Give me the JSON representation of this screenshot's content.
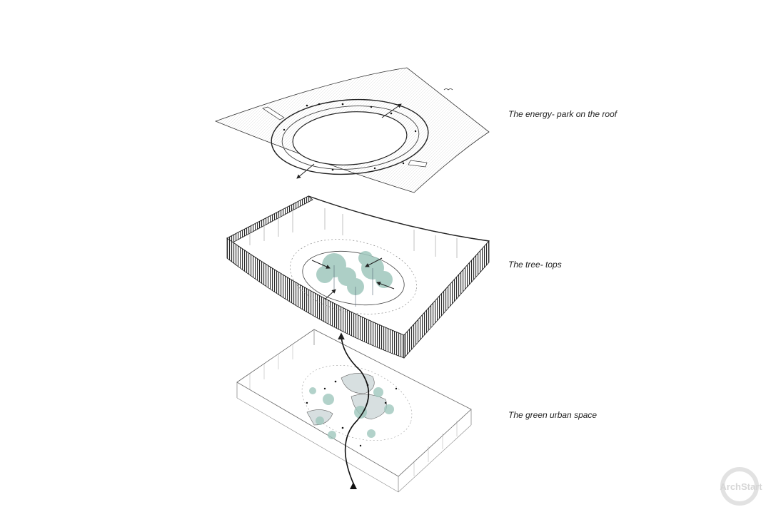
{
  "diagram": {
    "layers": [
      {
        "id": "roof",
        "label": "The energy- park on the roof"
      },
      {
        "id": "trees",
        "label": "The tree- tops"
      },
      {
        "id": "urban",
        "label": "The green urban space"
      }
    ]
  },
  "colors": {
    "line": "#333333",
    "facade": "#2b2b2b",
    "tree": "#9fc7bd",
    "pond": "#d7dfe0"
  },
  "watermark": {
    "text": "ArchStart"
  }
}
